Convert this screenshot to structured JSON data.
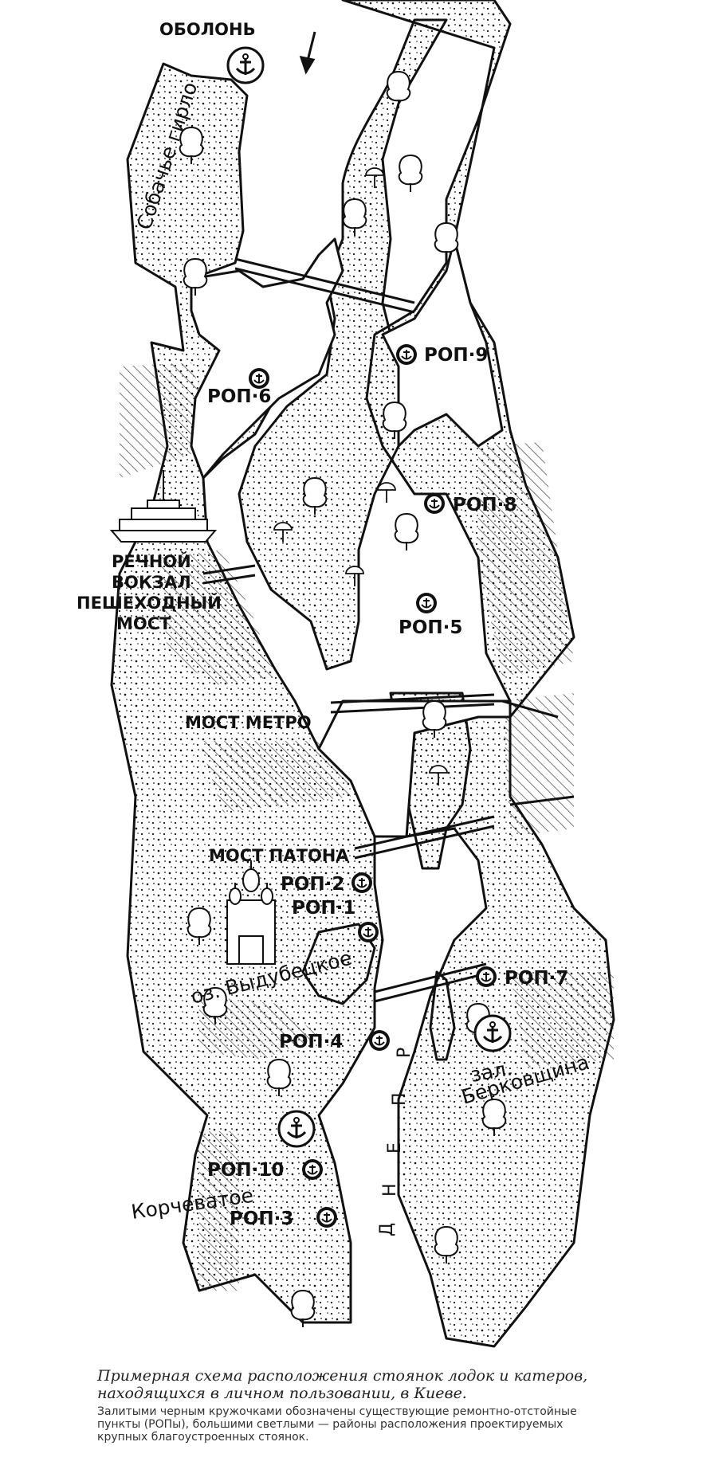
{
  "map": {
    "labels": {
      "obolon": "ОБОЛОНЬ",
      "sobachye_girlo": "Собачье гирло",
      "rechnoy": "РЕЧНОЙ",
      "vokzal": "ВОКЗАЛ",
      "peshekhodny": "ПЕШЕХОДНЫЙ",
      "most": "МОСТ",
      "most_metro": "МОСТ МЕТРО",
      "most_patona": "МОСТ ПАТОНА",
      "oz_vydubetskoe": "оз. Выдубецкое",
      "zal": "зал.",
      "berkovshchina": "Берковщина",
      "korchevatoe": "Корчеватое",
      "river": [
        "Д",
        "Н",
        "Е",
        "П",
        "Р"
      ]
    },
    "stations": {
      "rop9": "РОП·9",
      "rop6": "РОП·6",
      "rop8": "РОП·8",
      "rop5": "РОП·5",
      "rop2": "РОП·2",
      "rop1": "РОП·1",
      "rop7": "РОП·7",
      "rop4": "РОП·4",
      "rop10": "РОП·10",
      "rop3": "РОП·3"
    },
    "colors": {
      "ink": "#111111",
      "paper": "#ffffff"
    }
  },
  "caption": {
    "title": "Примерная схема расположения стоянок лодок и катеров, находящихся в личном пользовании, в Киеве.",
    "note": "Залитыми черным кружочками обозначены существующие ремонтно-отстойные пункты (РОПы), большими светлыми — районы расположения проектируемых крупных благоустроенных стоянок."
  }
}
